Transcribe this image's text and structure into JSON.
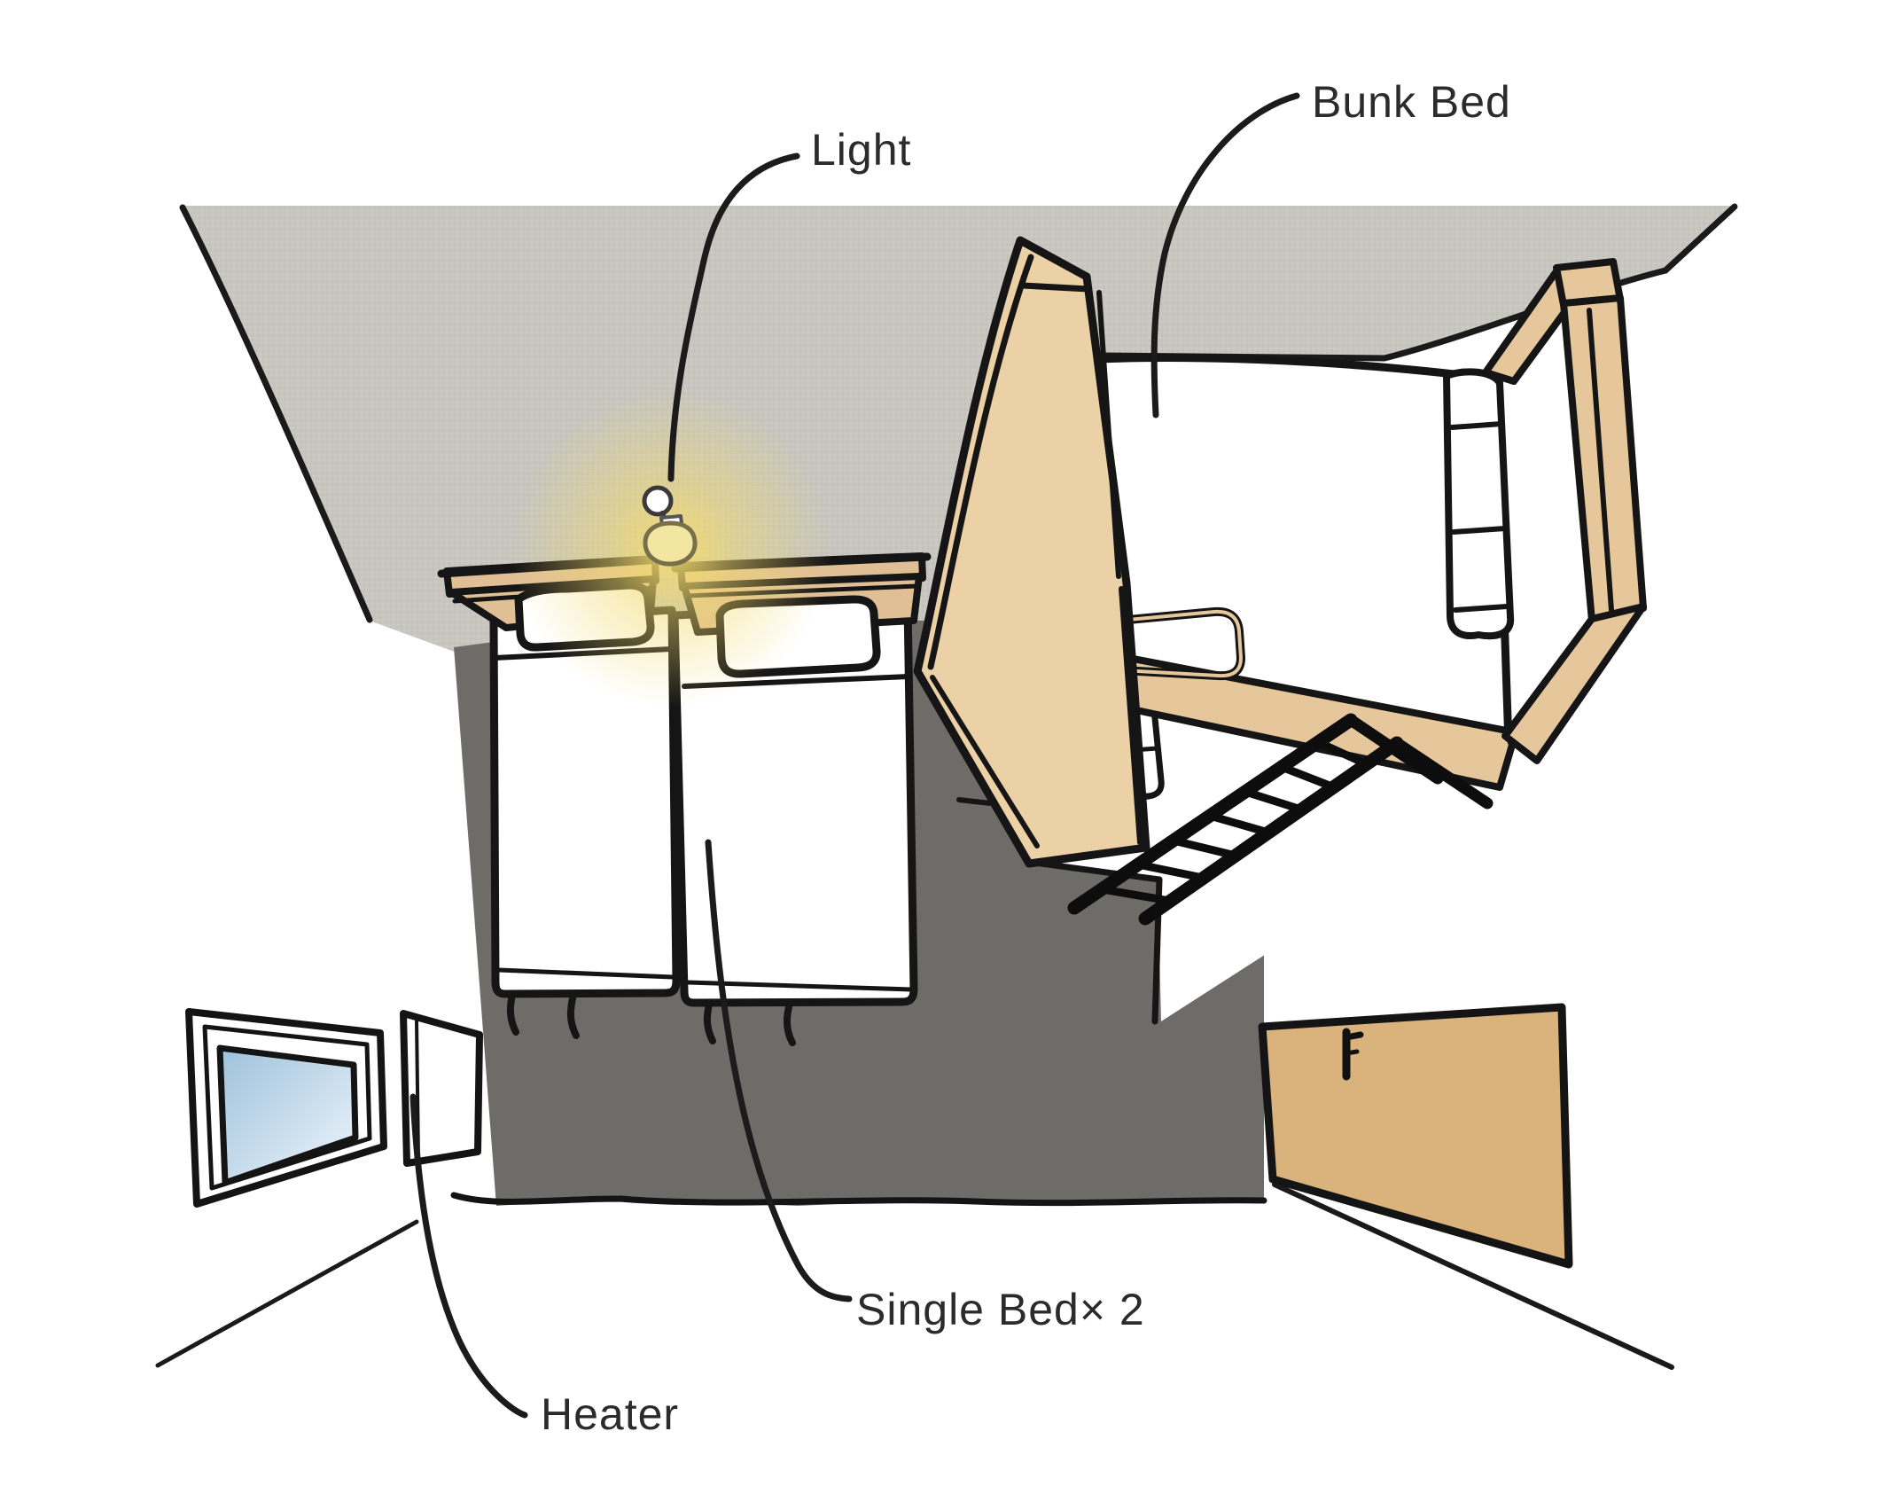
{
  "figure": {
    "type": "annotated-room-illustration",
    "description": "Hand-drawn sketch of a bedroom corner seen from above: two single beds against a dark accent wall, a bunk bed on the right wall, a window and wall heater on the left wall, a wooden door on the right, and a pendant light on the ceiling.",
    "labels": {
      "light": "Light",
      "bunk_bed": "Bunk Bed",
      "single_bed": "Single Bed× 2",
      "heater": "Heater"
    },
    "objects": [
      "ceiling",
      "accent-wall",
      "floor",
      "window",
      "heater-panel",
      "single-bed-left",
      "single-bed-right",
      "bunk-bed",
      "bunk-ladder",
      "pendant-light",
      "door"
    ],
    "colors": {
      "background": "#ffffff",
      "ceiling": "#c7c6bf",
      "accent_wall": "#6e6c69",
      "wood": "#e6c79b",
      "wood_panel": "#ecd0a6",
      "door_wood": "#d9b27c",
      "window_glass_top": "#9fc3dd",
      "window_glass_bottom": "#eef5fb",
      "lamp_glow": "#f2da6e",
      "bulb": "#f3e6a0",
      "sketch_line": "#1a1a1a"
    }
  }
}
